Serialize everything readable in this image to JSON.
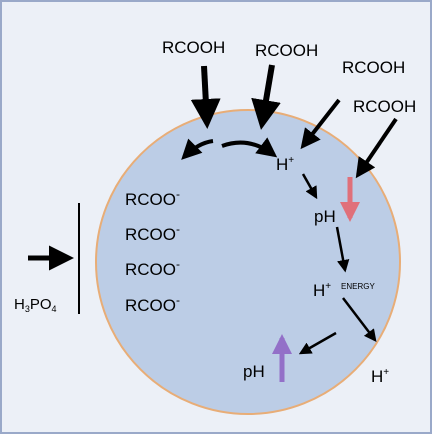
{
  "colors": {
    "panel_background": "#ecf0f7",
    "panel_border": "#9aa9c9",
    "cell_fill": "#bccde6",
    "cell_border": "#e8ad77",
    "arrow_black": "#000000",
    "arrow_ph_down": "#e0707a",
    "arrow_ph_up": "#9370c8"
  },
  "labels": {
    "rcooh_top_left": "RCOOH",
    "rcooh_top_mid": "RCOOH",
    "rcooh_top_right": "RCOOH",
    "rcooh_right": "RCOOH",
    "h_plus_inside_top": "H",
    "h_plus_inside_top_sup": "+",
    "ph_upper": "pH",
    "h_plus_energy": "H",
    "h_plus_energy_sup": "+",
    "energy": "ENERGY",
    "h_plus_outside": "H",
    "h_plus_outside_sup": "+",
    "ph_lower": "pH",
    "rcoo_1": "RCOO",
    "rcoo_1_sup": "-",
    "rcoo_2": "RCOO",
    "rcoo_2_sup": "-",
    "rcoo_3": "RCOO",
    "rcoo_3_sup": "-",
    "rcoo_4": "RCOO",
    "rcoo_4_sup": "-",
    "h3po4_h": "H",
    "h3po4_3": "3",
    "h3po4_p": "PO",
    "h3po4_4": "4"
  }
}
